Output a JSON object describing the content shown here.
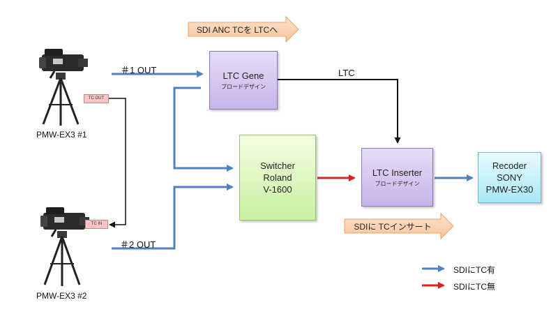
{
  "banners": {
    "top": "SDI ANC TCを LTCへ",
    "bottom": "SDIに TCインサート"
  },
  "cameras": {
    "cam1_name": "PMW-EX3 #1",
    "cam2_name": "PMW-EX3 #2",
    "cam1_tag": "TC OUT",
    "cam2_tag": "TC IN"
  },
  "edges": {
    "out1": "＃1 OUT",
    "out2": "＃2 OUT",
    "ltc": "LTC"
  },
  "nodes": {
    "ltc_gene": {
      "title": "LTC Gene",
      "sub": "ブロードデザイン"
    },
    "switcher": {
      "line1": "Switcher",
      "line2": "Roland",
      "line3": "V-1600"
    },
    "ltc_inserter": {
      "title": "LTC Inserter",
      "sub": "ブロードデザイン"
    },
    "recorder": {
      "line1": "Recoder",
      "line2": "SONY",
      "line3": "PMW-EX30"
    }
  },
  "legend": {
    "with_tc": "SDIにTC有",
    "without_tc": "SDIにTC無"
  },
  "colors": {
    "with_tc": "#4f81bd",
    "without_tc": "#e02020",
    "ltc_line": "#111111",
    "banner_fill": "#fbd4b4",
    "banner_stroke": "#f0a063"
  }
}
